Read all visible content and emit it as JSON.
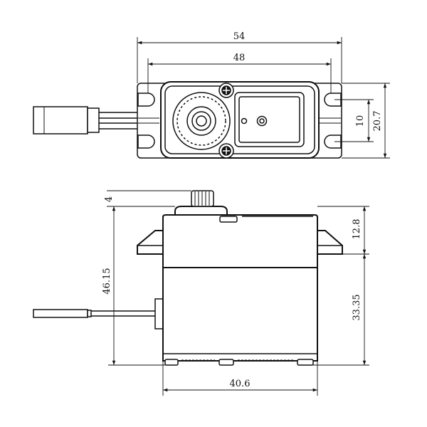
{
  "diagram": {
    "top_view": {
      "overall_length": "54",
      "mounting_hole_spacing": "48",
      "hole_offset": "10",
      "overall_width": "20.7"
    },
    "side_view": {
      "spline_height": "4",
      "flange_height": "12.8",
      "total_height": "46.15",
      "body_height": "33.35",
      "body_length": "40.6"
    }
  }
}
